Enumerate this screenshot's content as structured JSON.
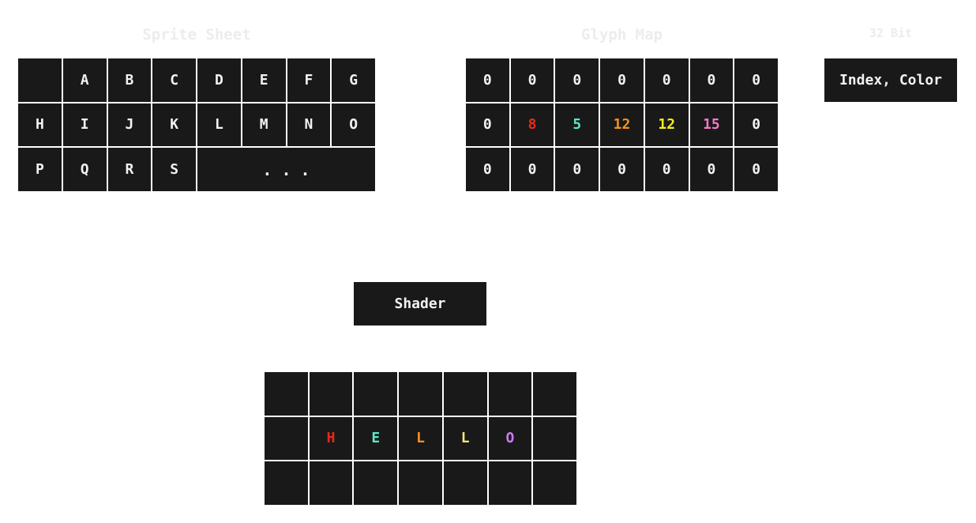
{
  "sprite_sheet": {
    "title": "Sprite Sheet",
    "row1": [
      "",
      "A",
      "B",
      "C",
      "D",
      "E",
      "F",
      "G"
    ],
    "row2": [
      "H",
      "I",
      "J",
      "K",
      "L",
      "M",
      "N",
      "O"
    ],
    "row3": [
      "P",
      "Q",
      "R",
      "S"
    ],
    "ellipsis": ". . ."
  },
  "glyph_map": {
    "title": "Glyph Map",
    "rows": [
      [
        "0",
        "0",
        "0",
        "0",
        "0",
        "0",
        "0"
      ],
      [
        "0",
        "8",
        "5",
        "12",
        "12",
        "15",
        "0"
      ],
      [
        "0",
        "0",
        "0",
        "0",
        "0",
        "0",
        "0"
      ]
    ]
  },
  "index_color": {
    "caption": "32 Bit",
    "label": "Index, Color"
  },
  "shader": {
    "label": "Shader"
  },
  "output": {
    "letters": [
      "H",
      "E",
      "L",
      "L",
      "O"
    ]
  },
  "colors": {
    "red": "#e8291c",
    "teal": "#5de8c4",
    "orange": "#f5921e",
    "yellow": "#f5ee1e",
    "light_yellow": "#f5e87a",
    "pink": "#f07ac8",
    "purple": "#c87af0",
    "cell_bg": "#191919",
    "cell_text": "#f2f2f2",
    "title_text": "#ececec"
  }
}
